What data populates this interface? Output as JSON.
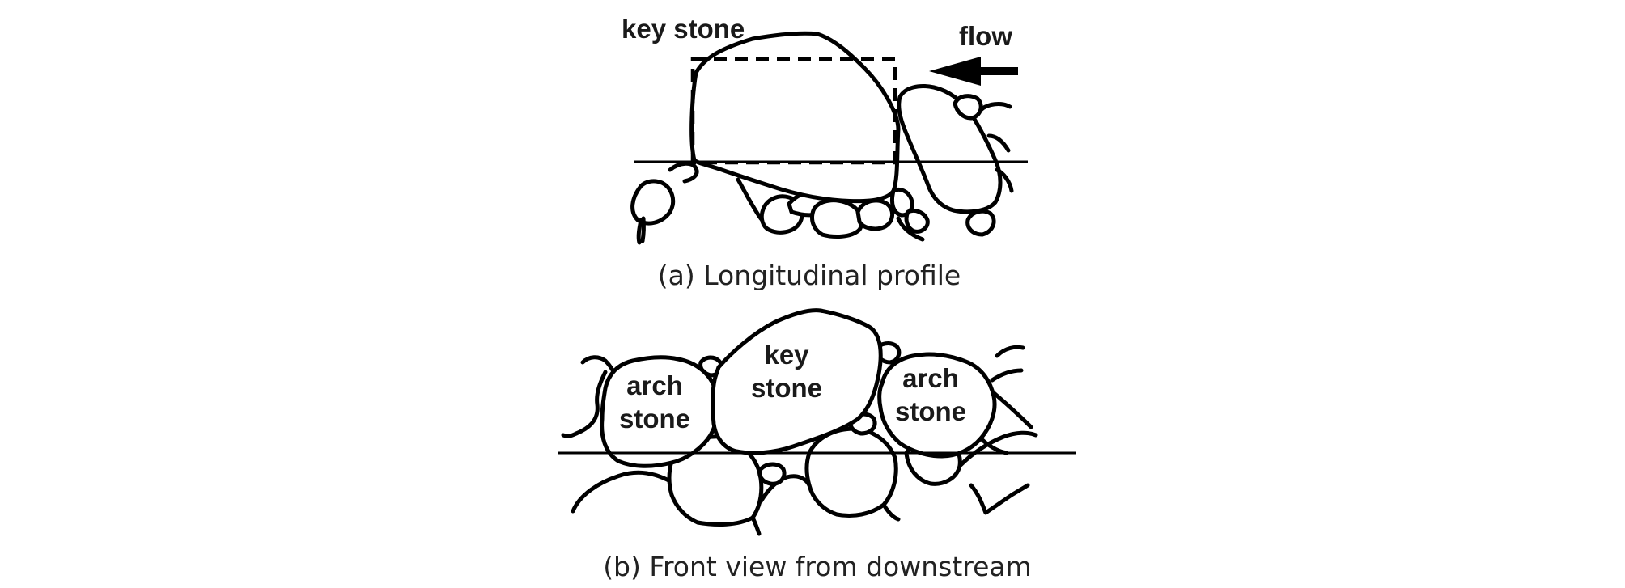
{
  "panel_a": {
    "label_key_stone": "key stone",
    "label_flow": "flow",
    "caption": "(a) Longitudinal profile"
  },
  "panel_b": {
    "label_arch_left_line1": "arch",
    "label_arch_left_line2": "stone",
    "label_key_line1": "key",
    "label_key_line2": "stone",
    "label_arch_right_line1": "arch",
    "label_arch_right_line2": "stone",
    "caption": "(b) Front view from downstream"
  },
  "icons": {
    "flow_arrow": "left-arrow-icon"
  }
}
